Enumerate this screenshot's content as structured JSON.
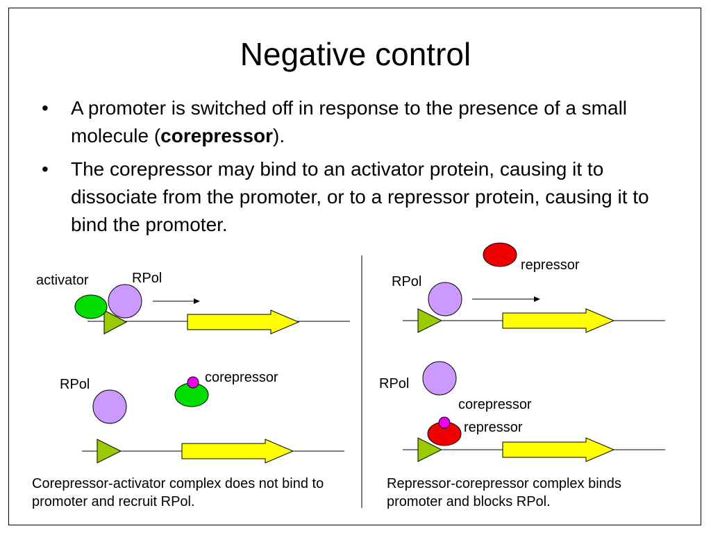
{
  "title": "Negative control",
  "bullets": [
    {
      "before": "A promoter is switched off in response to the presence of a small molecule (",
      "bold": "corepressor",
      "after": ")."
    },
    {
      "before": "The corepressor may bind to an activator protein, causing it to dissociate from the promoter, or to a repressor protein, causing it to bind the promoter.",
      "bold": "",
      "after": ""
    }
  ],
  "bullet_char": "•",
  "labels": {
    "activator": "activator",
    "rpol": "RPol",
    "repressor": "repressor",
    "corepressor": "corepressor"
  },
  "captions": {
    "left": "Corepressor-activator complex does not bind to promoter and recruit RPol.",
    "right": "Repressor-corepressor complex binds promoter and blocks RPol."
  },
  "colors": {
    "activator": "#00dd00",
    "rpol": "#cc99ff",
    "repressor": "#ee0000",
    "corepressor": "#ee00ee",
    "promoter": "#99cc00",
    "gene": "#ffff00"
  }
}
